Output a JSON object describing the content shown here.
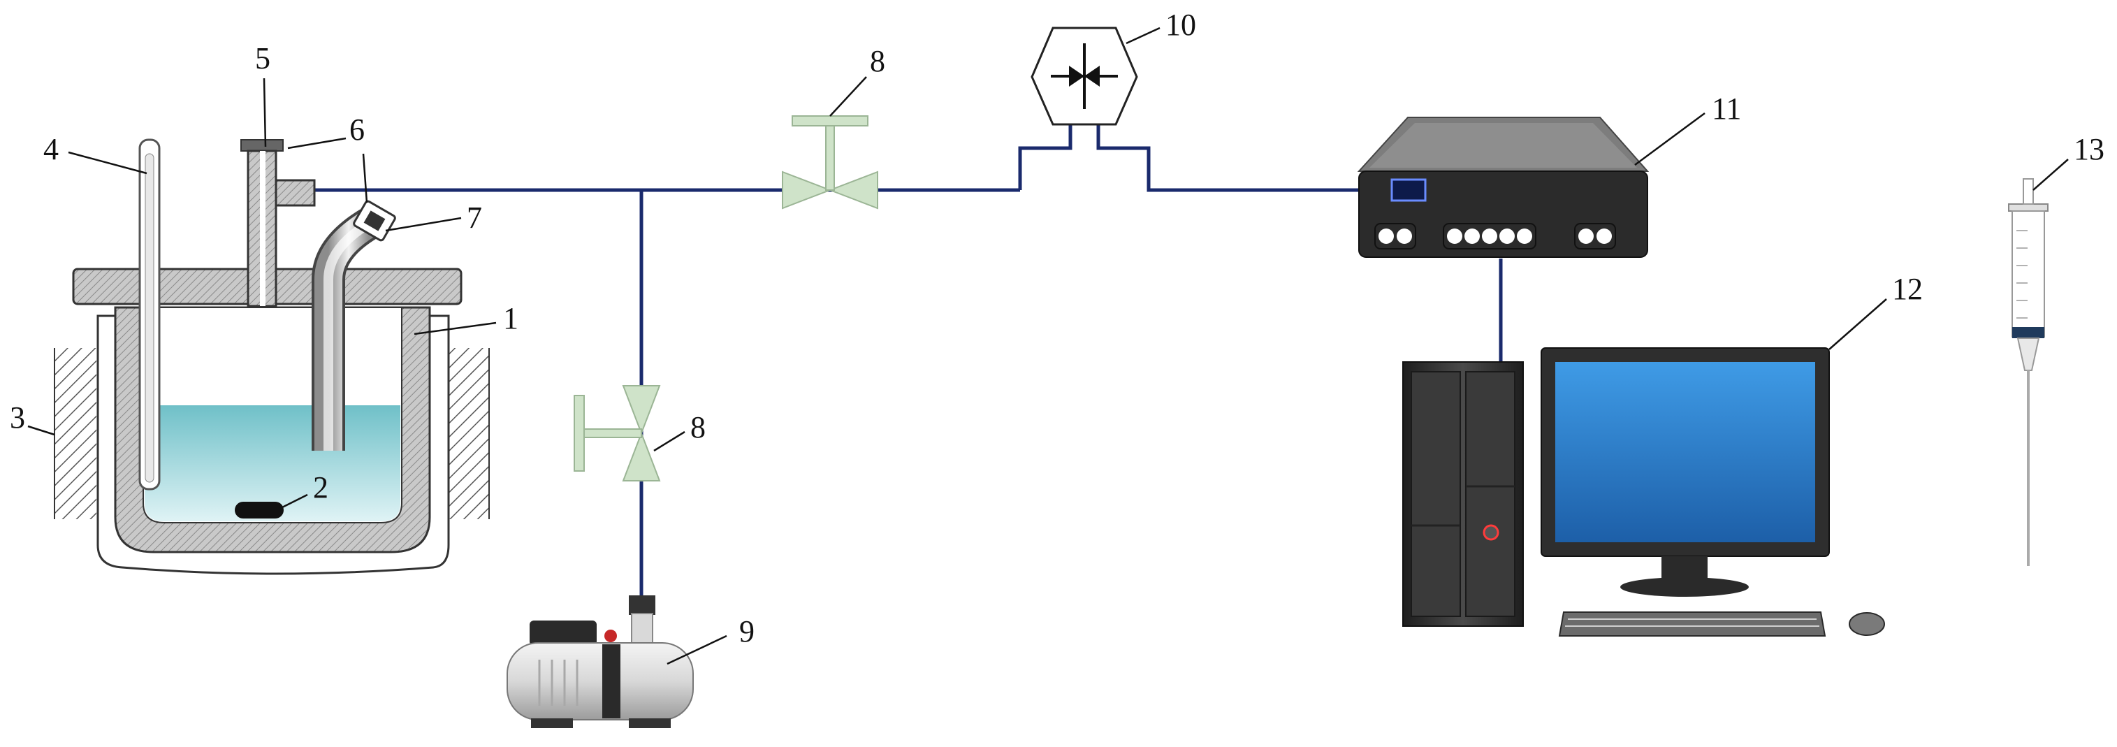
{
  "labels": {
    "l1": "1",
    "l2": "2",
    "l3": "3",
    "l4": "4",
    "l5": "5",
    "l6": "6",
    "l7": "7",
    "l8a": "8",
    "l8b": "8",
    "l9": "9",
    "l10": "10",
    "l11": "11",
    "l12": "12",
    "l13": "13"
  },
  "colors": {
    "pipe": "#1a2a6c",
    "valve": "#cfe3c9",
    "valve_stroke": "#9bb595",
    "liquid": "#8fd0d6",
    "vessel_gray": "#9a9a9a",
    "screen": "#2a7fcf",
    "device_dark": "#2a2a2a"
  },
  "icons": [
    "reaction-vessel-icon",
    "stir-bar-icon",
    "heating-jacket-icon",
    "thermometer-icon",
    "inlet-port-icon",
    "gas-inlet-icon",
    "sampling-tube-icon",
    "valve-icon",
    "vacuum-pump-icon",
    "pressure-sensor-icon",
    "data-acquisition-icon",
    "computer-icon",
    "syringe-icon"
  ]
}
